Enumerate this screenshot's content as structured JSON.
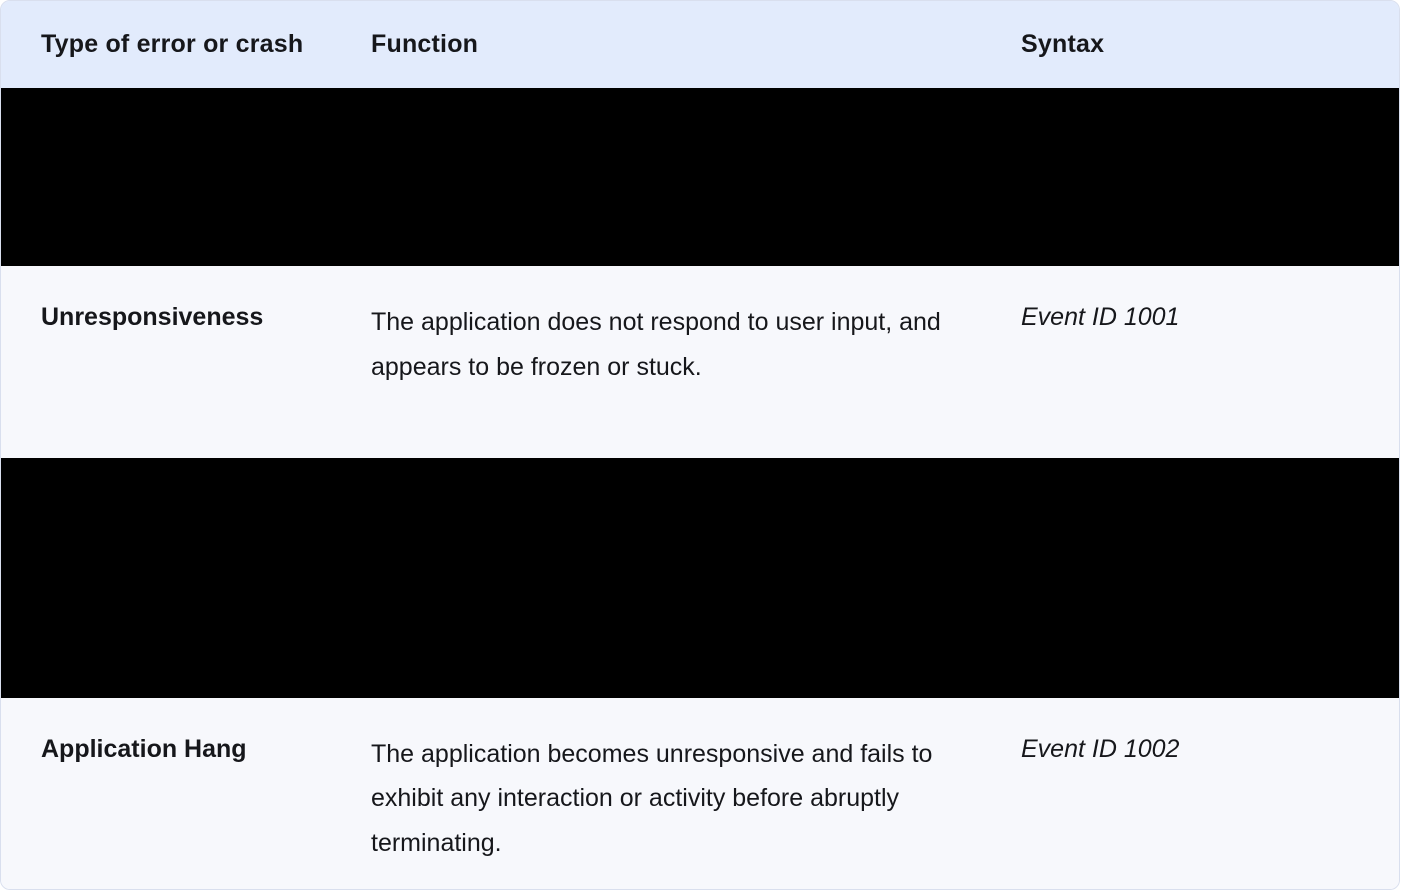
{
  "table": {
    "headers": {
      "type": "Type of error or crash",
      "function": "Function",
      "syntax": "Syntax"
    },
    "rows": [
      {
        "kind": "redacted"
      },
      {
        "kind": "data",
        "type": "Unresponsiveness",
        "function": "The application does not respond to user input, and appears to be frozen or stuck.",
        "syntax": "Event ID 1001"
      },
      {
        "kind": "redacted"
      },
      {
        "kind": "data",
        "type": "Application Hang",
        "function": "The application becomes unresponsive and fails to exhibit any interaction or activity before abruptly terminating.",
        "syntax": "Event ID 1002"
      }
    ]
  },
  "colors": {
    "header_bg": "#e2ebfc",
    "row_bg": "#f7f8fc",
    "redacted_bg": "#000000",
    "text": "#16171b"
  }
}
